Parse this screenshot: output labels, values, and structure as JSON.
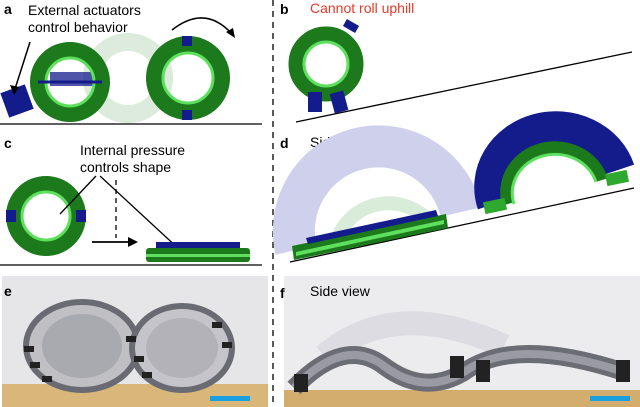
{
  "panels": {
    "a": {
      "label": "a",
      "line1": "External actuators",
      "line2": "control behavior"
    },
    "b": {
      "label": "b",
      "title": "Cannot roll uphill"
    },
    "c": {
      "label": "c",
      "line1": "Internal pressure",
      "line2": "controls shape"
    },
    "d": {
      "label": "d",
      "title": "Side view"
    },
    "e": {
      "label": "e"
    },
    "f": {
      "label": "f",
      "title": "Side view"
    }
  },
  "colors": {
    "green_dark": "#1c7a1c",
    "green_light": "#5ee05e",
    "navy": "#141c8c",
    "ghost_green": "#cfe8cf",
    "ghost_navy": "#c8c8e6",
    "scale_bar": "#1a9fe0",
    "red_text": "#e53b2a"
  }
}
